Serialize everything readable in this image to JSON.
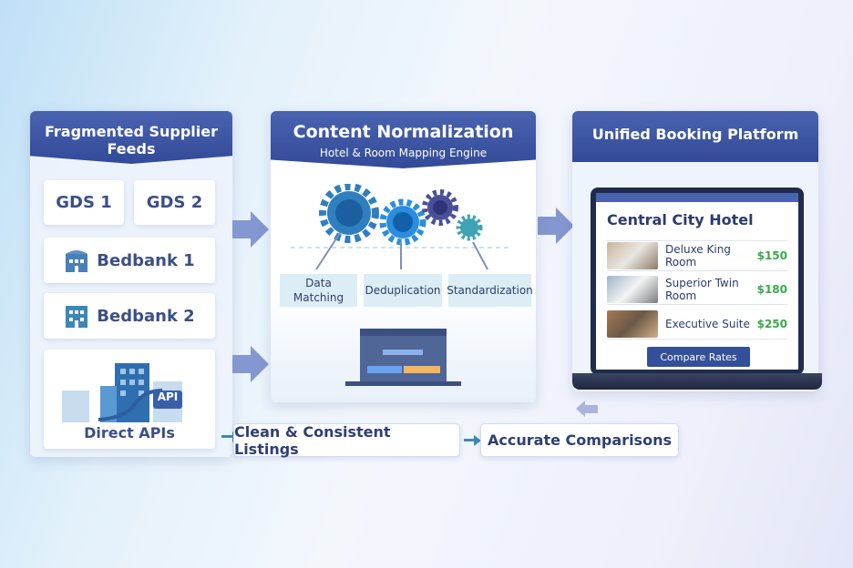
{
  "left": {
    "title": "Fragmented Supplier Feeds",
    "gds1": "GDS 1",
    "gds2": "GDS 2",
    "bedbank1": "Bedbank 1",
    "bedbank2": "Bedbank 2",
    "api_badge": "API",
    "direct": "Direct APIs"
  },
  "middle": {
    "title": "Content Normalization",
    "subtitle": "Hotel & Room Mapping Engine",
    "steps": [
      "Data Matching",
      "Deduplication",
      "Standardization"
    ]
  },
  "right": {
    "title": "Unified Booking Platform",
    "hotel": "Central City Hotel",
    "rooms": [
      {
        "name": "Deluxe King Room",
        "price": "$150"
      },
      {
        "name": "Superior Twin Room",
        "price": "$180"
      },
      {
        "name": "Executive Suite",
        "price": "$250"
      }
    ],
    "button": "Compare Rates"
  },
  "bottom": {
    "clean": "Clean & Consistent Listings",
    "accurate": "Accurate Comparisons"
  },
  "colors": {
    "header": "#3b54a0",
    "arrow": "#8597d0",
    "price": "#3aa84a"
  }
}
